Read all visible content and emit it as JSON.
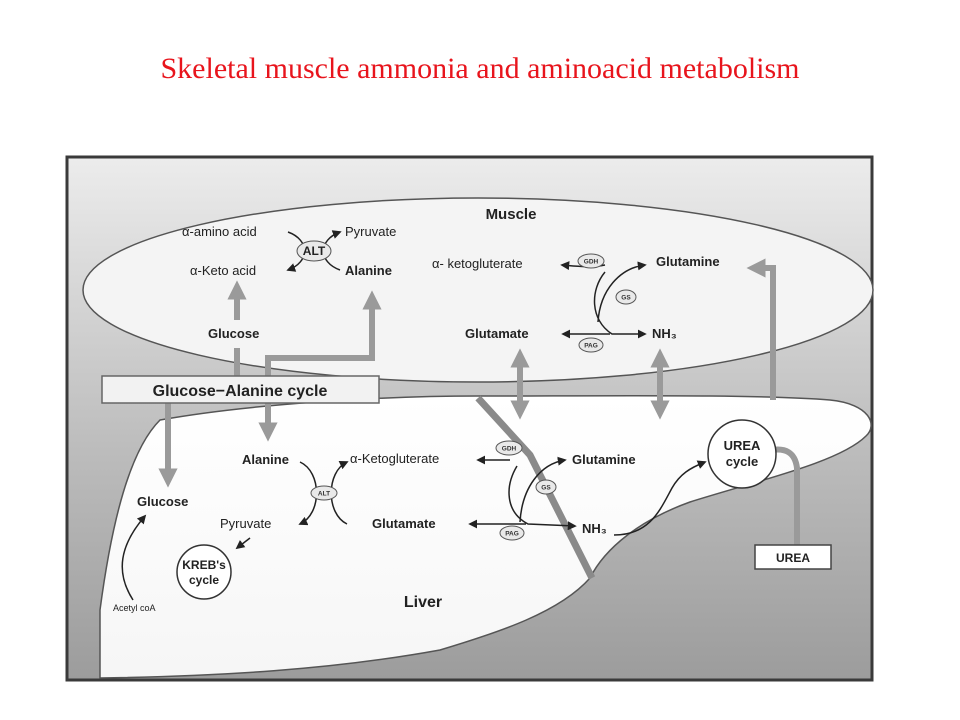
{
  "title": "Skeletal muscle ammonia and aminoacid metabolism",
  "diagram": {
    "muscle": {
      "label": "Muscle",
      "alpha_amino_acid": "α-amino acid",
      "pyruvate": "Pyruvate",
      "alt_enzyme": "ALT",
      "alpha_keto_acid": "α-Keto acid",
      "alanine": "Alanine",
      "glucose": "Glucose",
      "alpha_ketoglutarate": "α- ketogluterate",
      "gdh": "GDH",
      "gs": "GS",
      "pag": "PAG",
      "glutamine": "Glutamine",
      "glutamate": "Glutamate",
      "nh3": "NH₃"
    },
    "cycle_label": "Glucose−Alanine cycle",
    "liver": {
      "label": "Liver",
      "alanine": "Alanine",
      "alpha_ketoglutarate": "α-Ketogluterate",
      "gdh": "GDH",
      "glutamine": "Glutamine",
      "alt_enzyme": "ALT",
      "gs": "GS",
      "glucose": "Glucose",
      "pyruvate": "Pyruvate",
      "glutamate": "Glutamate",
      "pag": "PAG",
      "nh3": "NH₃",
      "krebs_line1": "KREB's",
      "krebs_line2": "cycle",
      "acetyl_coa": "Acetyl coA",
      "urea_cycle_line1": "UREA",
      "urea_cycle_line2": "cycle",
      "urea": "UREA"
    }
  }
}
